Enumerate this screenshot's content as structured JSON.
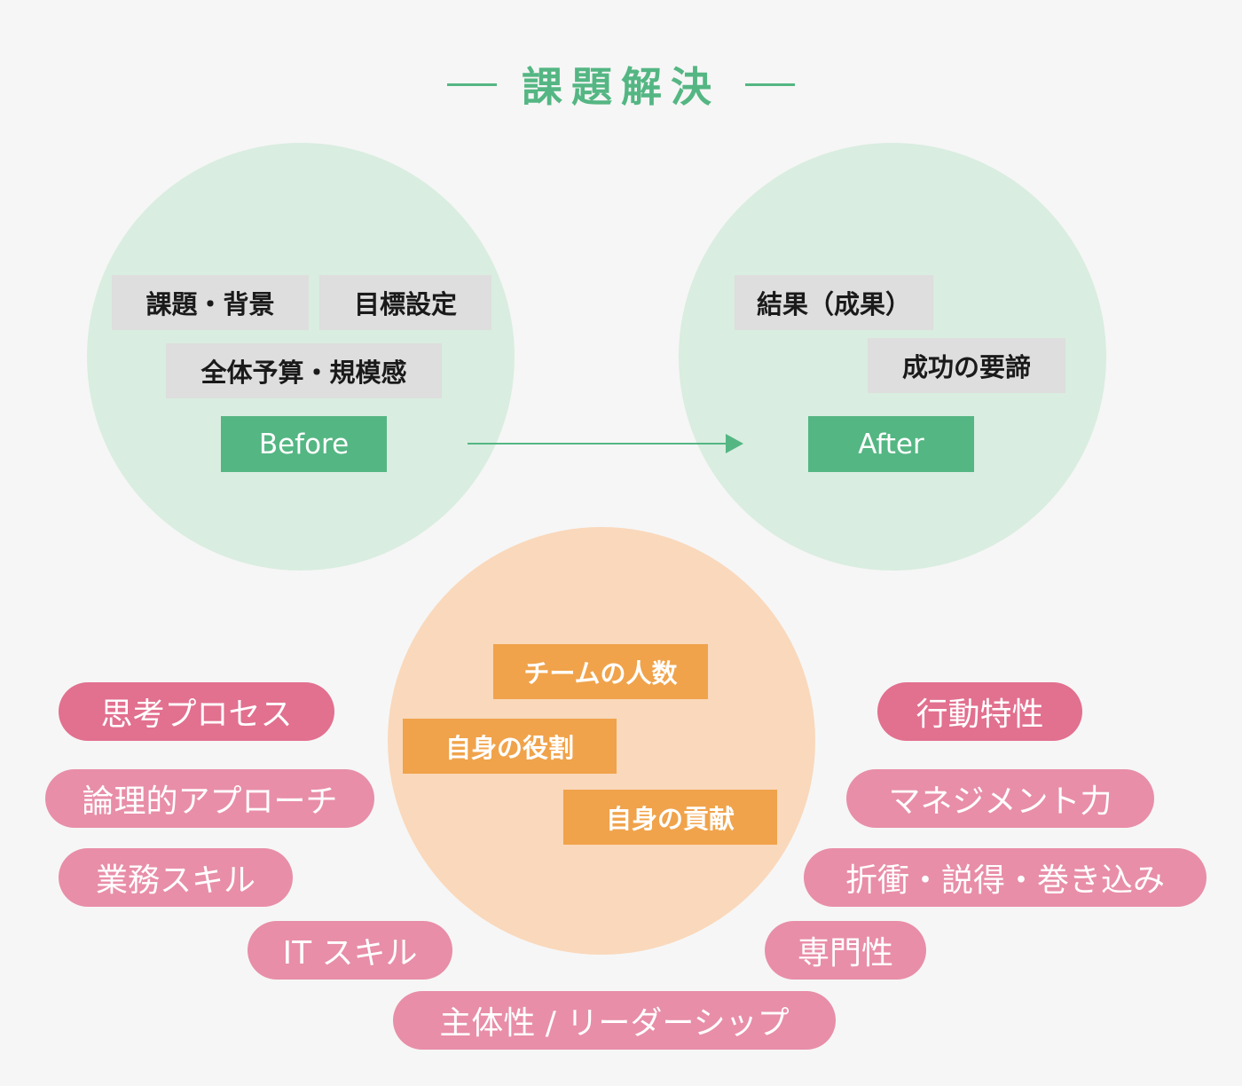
{
  "title": "課題解決",
  "colors": {
    "accent_green": "#54b683",
    "circle_green": "#d9ede0",
    "circle_orange": "#fad8bb",
    "box_gray": "#dedede",
    "box_orange": "#f0a34b",
    "pill_pink_strong": "#e2708f",
    "pill_pink_light": "#e88ea8"
  },
  "before": {
    "items": [
      "課題・背景",
      "目標設定",
      "全体予算・規模感"
    ],
    "label": "Before"
  },
  "after": {
    "items": [
      "結果（成果）",
      "成功の要諦"
    ],
    "label": "After"
  },
  "center": {
    "items": [
      "チームの人数",
      "自身の役割",
      "自身の貢献"
    ]
  },
  "skills_left": [
    "思考プロセス",
    "論理的アプローチ",
    "業務スキル",
    "IT スキル"
  ],
  "skills_right": [
    "行動特性",
    "マネジメント力",
    "折衝・説得・巻き込み",
    "専門性"
  ],
  "skills_bottom": "主体性 / リーダーシップ"
}
